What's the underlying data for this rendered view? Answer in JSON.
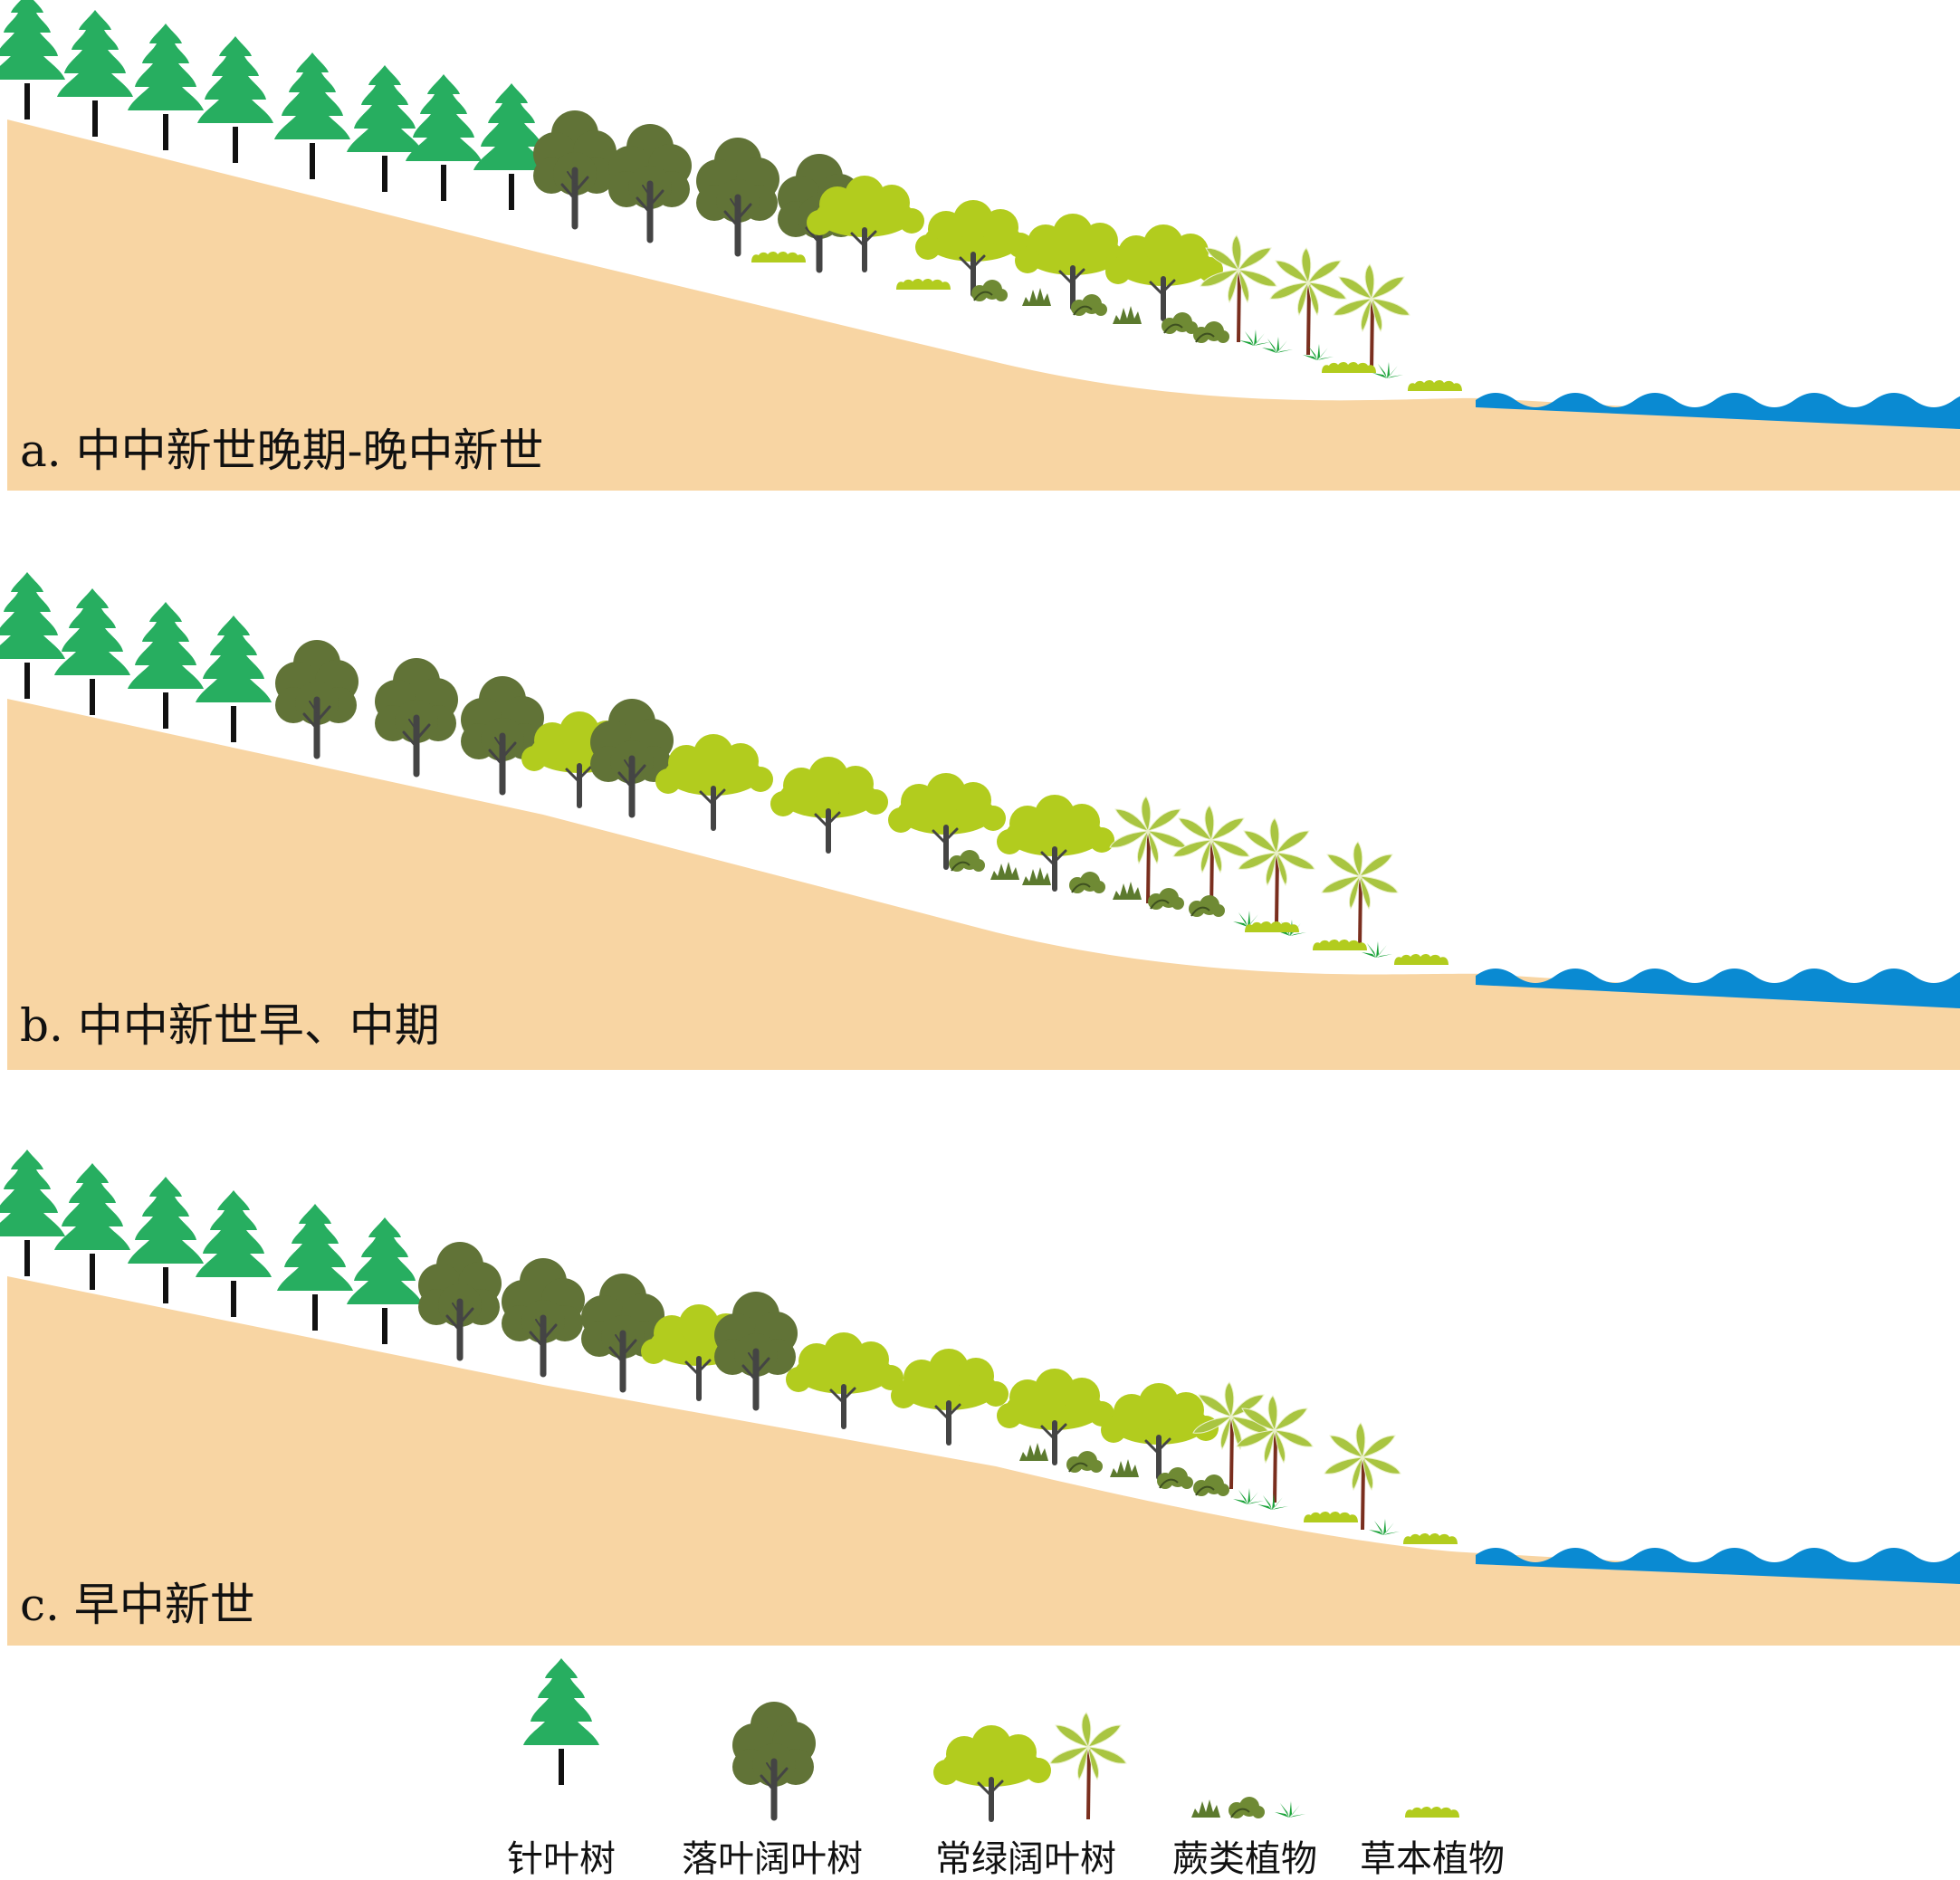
{
  "panels": [
    {
      "label": "a. 中中新世晚期-晚中新世"
    },
    {
      "label": "b. 中中新世早、中期"
    },
    {
      "label": "c. 早中新世"
    }
  ],
  "legend": [
    {
      "label": "针叶树",
      "icon": "conifer-icon"
    },
    {
      "label": "落叶阔叶树",
      "icon": "deciduous-tree-icon"
    },
    {
      "label": "常绿阔叶树",
      "icon": "evergreen-broadleaf-tree-icon"
    },
    {
      "label": "蕨类植物",
      "icon": "fern-icon"
    },
    {
      "label": "草本植物",
      "icon": "herb-icon"
    }
  ],
  "colors": {
    "ground": "#F8D5A3",
    "water": "#0A8AD2",
    "conifer": "#27AE60",
    "deciduous": "#617337",
    "evergreen": "#B2CC1E",
    "palm_leaf": "#A9C541",
    "palm_trunk": "#7A2E1E",
    "fern_dark": "#5C7A2E",
    "fern_bright": "#1BA33A",
    "trunk": "#333333"
  }
}
